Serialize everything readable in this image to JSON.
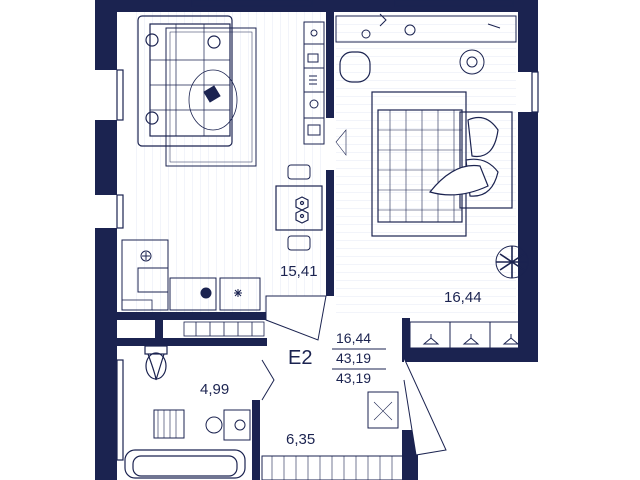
{
  "colors": {
    "wall": "#1b2350",
    "floor_line": "#dfe6f2",
    "furniture_line": "#1b2350",
    "background": "#ffffff",
    "accent_soft": "#e9edf5"
  },
  "rooms": {
    "living_kitchen": {
      "area": "15,41"
    },
    "bedroom": {
      "area": "16,44"
    },
    "bathroom": {
      "area": "4,99"
    },
    "hallway": {
      "area": "6,35"
    }
  },
  "apartment": {
    "code": "E2",
    "areas": [
      "16,44",
      "43,19",
      "43,19"
    ]
  },
  "icons": [
    "sofa-icon",
    "rug-icon",
    "table-icon",
    "chairs-icon",
    "shelf-icon",
    "desk-icon",
    "desk-chair-icon",
    "bed-icon",
    "plant-icon",
    "wardrobe-icon",
    "hanger-icon",
    "stove-icon",
    "sink-icon",
    "toilet-icon",
    "bathtub-icon",
    "washbasin-icon",
    "washing-machine-icon",
    "door-icon",
    "window-icon"
  ]
}
